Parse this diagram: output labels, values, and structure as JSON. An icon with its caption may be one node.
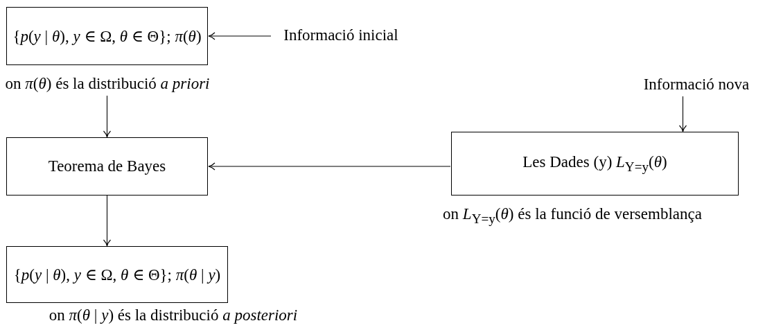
{
  "diagram": {
    "nodes": [
      {
        "text": [
          "{*p*(*y* | *θ*), *y* ∈ Ω, *θ* ∈ Θ}; *π*(*θ*)"
        ],
        "beside": [
          "on *π*(*θ*) és la distribució *a priori*"
        ]
      },
      {
        "text": [
          "Informació inicial"
        ]
      },
      {
        "text": [
          "Informació nova"
        ]
      },
      {
        "text": [
          "Teorema de Bayes"
        ]
      },
      {
        "text": [
          "Les Dades (y) *L*$_{Y=y}$(*θ*)"
        ],
        "beside": [
          "on *L*$_{Y=y}$(*θ*) és la funció de versemblança"
        ]
      },
      {
        "text": [
          "{*p*(*y* | *θ*), *y* ∈ Ω, *θ* ∈ Θ}; *π*(*θ* | *y*)"
        ],
        "beside": [
          "on *π*(*θ* | *y*) és la distribució *a posteriori*"
        ]
      }
    ],
    "edges": [
      {
        "from": 1,
        "to": 0,
        "arrow": "to"
      },
      {
        "from": 0,
        "to": 3,
        "arrow": "to"
      },
      {
        "from": 2,
        "to": 4,
        "arrow": "to"
      },
      {
        "from": 4,
        "to": 3,
        "arrow": "to"
      },
      {
        "from": 3,
        "to": 5,
        "arrow": "to"
      }
    ]
  }
}
